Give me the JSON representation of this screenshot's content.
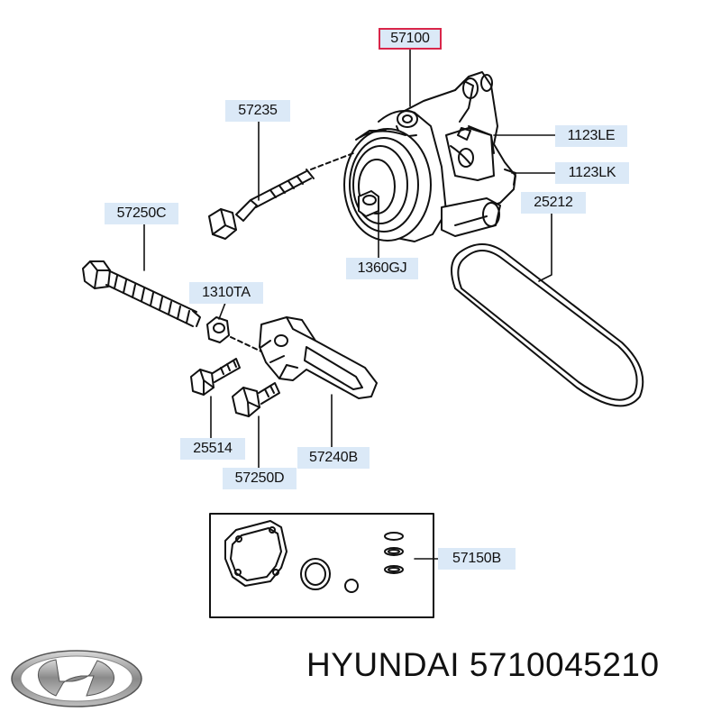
{
  "parts": [
    {
      "id": "p57100",
      "label": "57100",
      "highlight": true
    },
    {
      "id": "p57235",
      "label": "57235"
    },
    {
      "id": "p1123LE",
      "label": "1123LE"
    },
    {
      "id": "p1123LK",
      "label": "1123LK"
    },
    {
      "id": "p25212",
      "label": "25212"
    },
    {
      "id": "p57250C",
      "label": "57250C"
    },
    {
      "id": "p1360GJ",
      "label": "1360GJ"
    },
    {
      "id": "p1310TA",
      "label": "1310TA"
    },
    {
      "id": "p25514",
      "label": "25514"
    },
    {
      "id": "p57240B",
      "label": "57240B"
    },
    {
      "id": "p57250D",
      "label": "57250D"
    },
    {
      "id": "p57150B",
      "label": "57150B"
    }
  ],
  "brand": {
    "name": "HYUNDAI",
    "part_number": "5710045210",
    "logo_icon": "hyundai-logo-icon"
  },
  "colors": {
    "label_bg": "#dbe9f7",
    "highlight_border": "#d9264a",
    "line": "#111111"
  }
}
